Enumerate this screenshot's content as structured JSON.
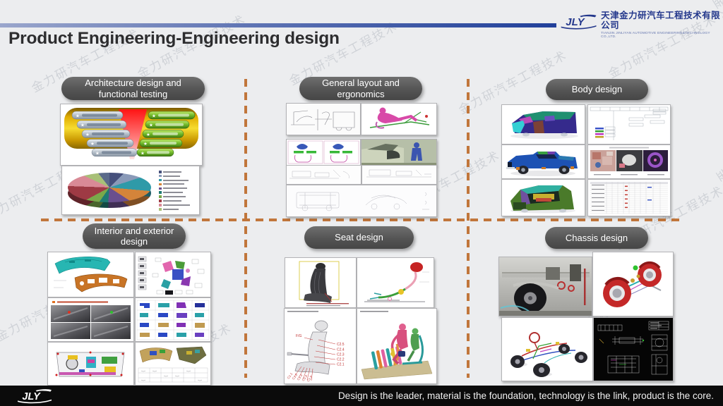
{
  "header": {
    "title": "Product Engineering-Engineering design",
    "logo": {
      "abbr": "JLY",
      "company_cn": "天津金力研汽车工程技术有限公司",
      "company_en": "TIANJIN JINLIYAN AUTOMOTIVE ENGINEERING&TECHNOLOGY CO.,LTD."
    }
  },
  "watermark": {
    "text": "金力研汽车工程技术"
  },
  "sections": [
    {
      "label": "Architecture design and functional testing"
    },
    {
      "label": "General layout and ergonomics"
    },
    {
      "label": "Body design"
    },
    {
      "label": "Interior and exterior design"
    },
    {
      "label": "Seat design"
    },
    {
      "label": "Chassis design"
    }
  ],
  "seat_annotations": {
    "fg_label": "F/G",
    "right": [
      "C2.5",
      "C2.4",
      "C2.3",
      "C2.2",
      "C2.1"
    ],
    "left": [
      "C1.1",
      "C1.2",
      "C1.3",
      "C1.4",
      "C1.5"
    ]
  },
  "footer": {
    "slogan": "Design is the leader, material is the foundation, technology is the link, product is the core."
  },
  "colors": {
    "divider": "#c1763b",
    "accent_bar_left": "#9aa6cc",
    "accent_bar_right": "#21409a",
    "pill_bg": "#565656",
    "logo_blue": "#24388c",
    "footer_bg": "#0b0b0b",
    "background": "#ecedef"
  }
}
